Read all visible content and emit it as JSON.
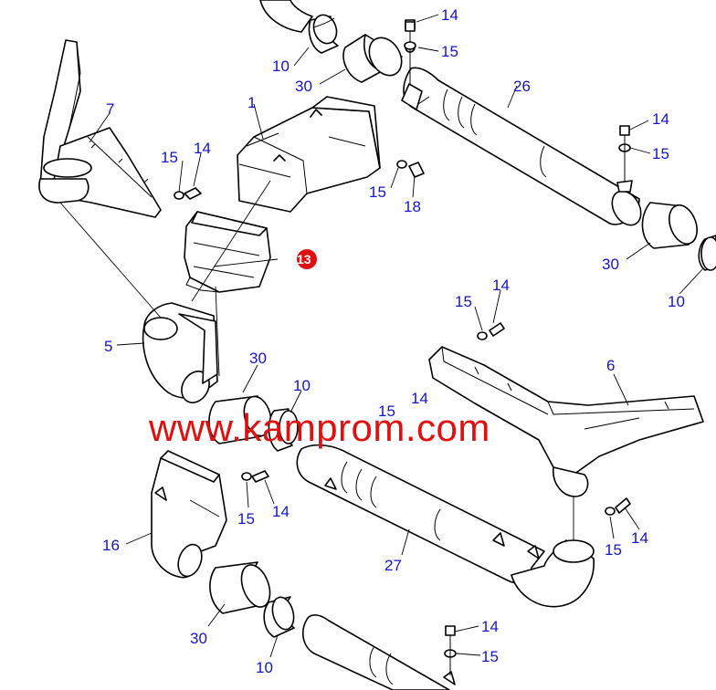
{
  "watermark": "www.kamprom.com",
  "colors": {
    "label": "#1414c8",
    "watermark": "#e01010",
    "highlight": "#e01010",
    "line": "#000000"
  },
  "highlighted_callout": "13",
  "callouts": [
    {
      "id": "c1",
      "text": "14"
    },
    {
      "id": "c2",
      "text": "15"
    },
    {
      "id": "c3",
      "text": "10"
    },
    {
      "id": "c4",
      "text": "30"
    },
    {
      "id": "c5",
      "text": "26"
    },
    {
      "id": "c6",
      "text": "7"
    },
    {
      "id": "c7",
      "text": "1"
    },
    {
      "id": "c8",
      "text": "15"
    },
    {
      "id": "c9",
      "text": "14"
    },
    {
      "id": "c10",
      "text": "15"
    },
    {
      "id": "c11",
      "text": "18"
    },
    {
      "id": "c12",
      "text": "14"
    },
    {
      "id": "c13",
      "text": "15"
    },
    {
      "id": "c14",
      "text": "30"
    },
    {
      "id": "c15",
      "text": "10"
    },
    {
      "id": "c16",
      "text": "15"
    },
    {
      "id": "c17",
      "text": "14"
    },
    {
      "id": "c18",
      "text": "5"
    },
    {
      "id": "c19",
      "text": "30"
    },
    {
      "id": "c20",
      "text": "10"
    },
    {
      "id": "c21",
      "text": "6"
    },
    {
      "id": "c22",
      "text": "15"
    },
    {
      "id": "c23",
      "text": "14"
    },
    {
      "id": "c24",
      "text": "16"
    },
    {
      "id": "c25",
      "text": "15"
    },
    {
      "id": "c26",
      "text": "14"
    },
    {
      "id": "c27",
      "text": "27"
    },
    {
      "id": "c28",
      "text": "15"
    },
    {
      "id": "c29",
      "text": "14"
    },
    {
      "id": "c30",
      "text": "30"
    },
    {
      "id": "c31",
      "text": "10"
    },
    {
      "id": "c32",
      "text": "14"
    },
    {
      "id": "c33",
      "text": "15"
    }
  ]
}
